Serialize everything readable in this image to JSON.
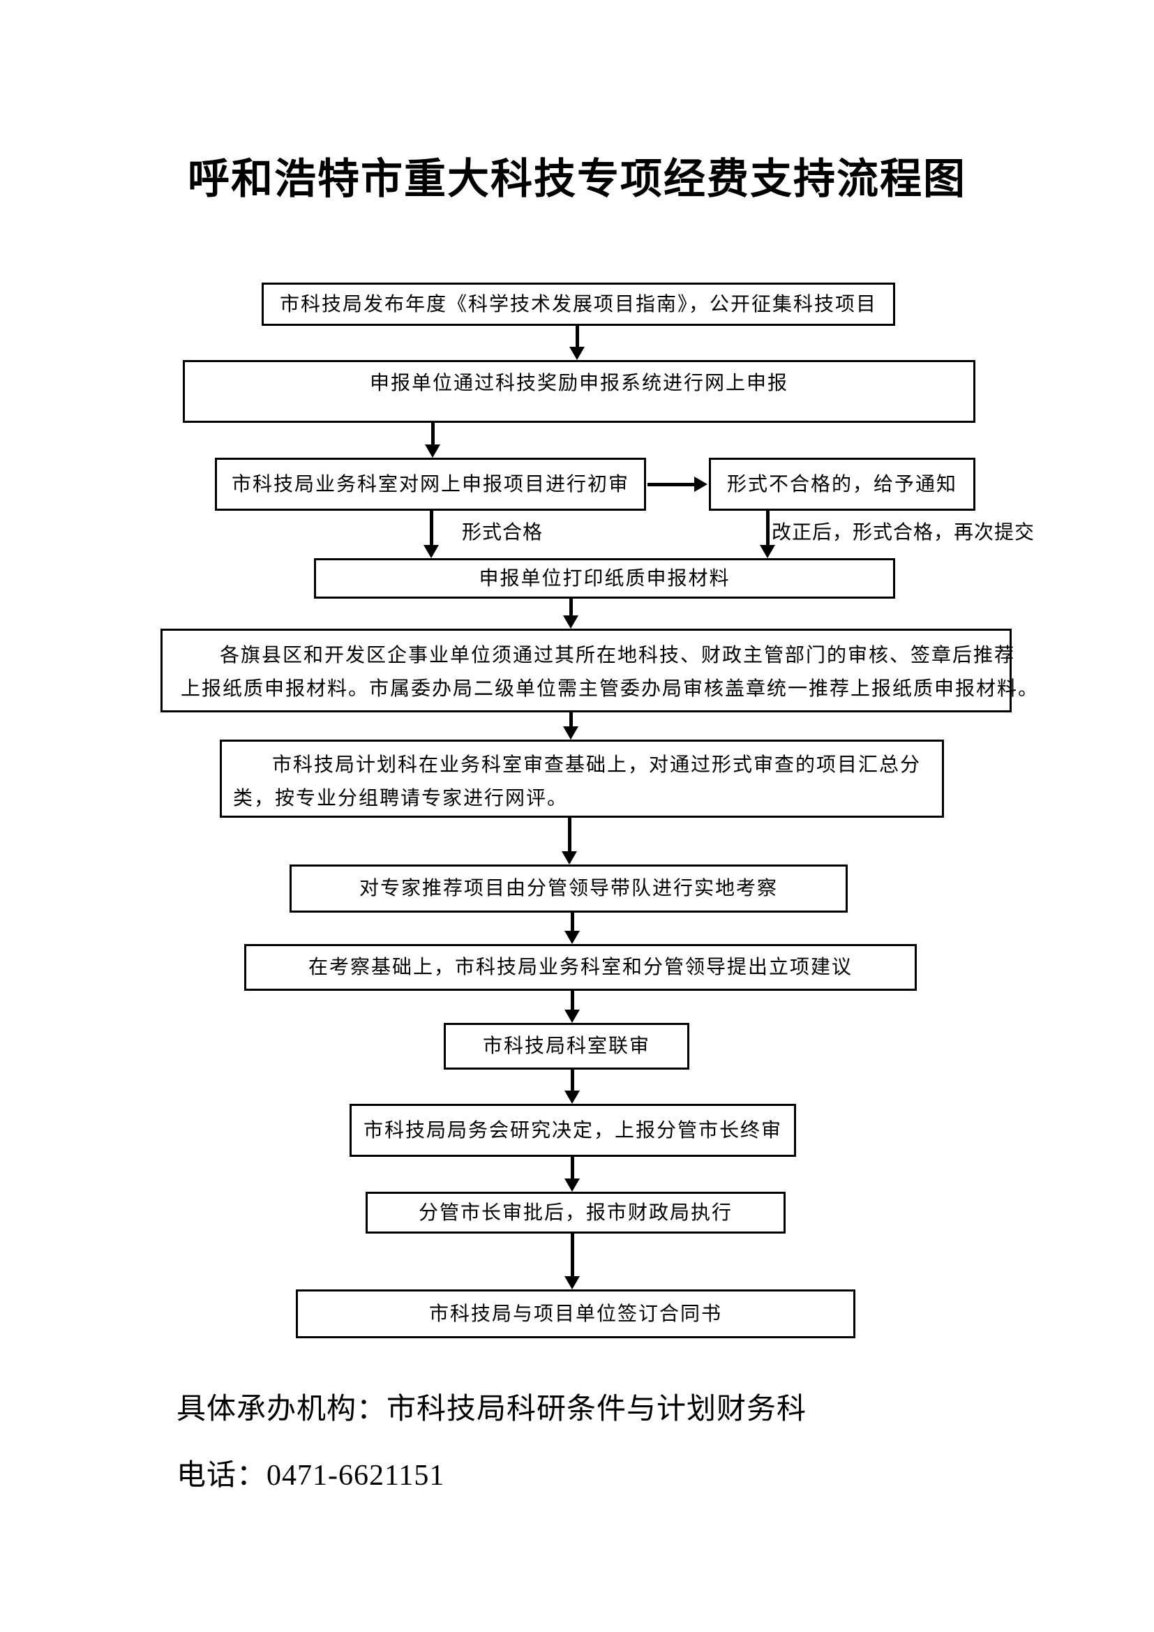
{
  "page": {
    "title": "呼和浩特市重大科技专项经费支持流程图"
  },
  "flow": {
    "steps": [
      {
        "name": "publish-guide",
        "text": "市科技局发布年度《科学技术发展项目指南》，公开征集科技项目"
      },
      {
        "name": "online-application",
        "text": "申报单位通过科技奖励申报系统进行网上申报"
      },
      {
        "name": "initial-review",
        "text": "市科技局业务科室对网上申报项目进行初审"
      },
      {
        "name": "fail-notice",
        "text": "形式不合格的，给予通知"
      },
      {
        "name": "print-materials",
        "text": "申报单位打印纸质申报材料"
      },
      {
        "name": "local-review-recommend",
        "line1": "各旗县区和开发区企事业单位须通过其所在地科技、财政主管部门的审核、签章后推荐",
        "line2": "上报纸质申报材料。市属委办局二级单位需主管委办局审核盖章统一推荐上报纸质申报材料。"
      },
      {
        "name": "expert-online-review",
        "line1": "市科技局计划科在业务科室审查基础上，对通过形式审查的项目汇总分",
        "line2": "类，按专业分组聘请专家进行网评。"
      },
      {
        "name": "site-inspection",
        "text": "对专家推荐项目由分管领导带队进行实地考察"
      },
      {
        "name": "project-proposal",
        "text": "在考察基础上，市科技局业务科室和分管领导提出立项建议"
      },
      {
        "name": "joint-review",
        "text": "市科技局科室联审"
      },
      {
        "name": "bureau-decision",
        "text": "市科技局局务会研究决定，上报分管市长终审"
      },
      {
        "name": "mayor-approval",
        "text": "分管市长审批后，报市财政局执行"
      },
      {
        "name": "sign-contract",
        "text": "市科技局与项目单位签订合同书"
      }
    ],
    "edge_labels": {
      "form_pass": "形式合格",
      "resubmit": "改正后，形式合格，再次提交"
    }
  },
  "footer": {
    "agency": "具体承办机构：市科技局科研条件与计划财务科",
    "phone": "电话：0471-6621151"
  },
  "colors": {
    "ink": "#000000",
    "paper": "#ffffff"
  }
}
